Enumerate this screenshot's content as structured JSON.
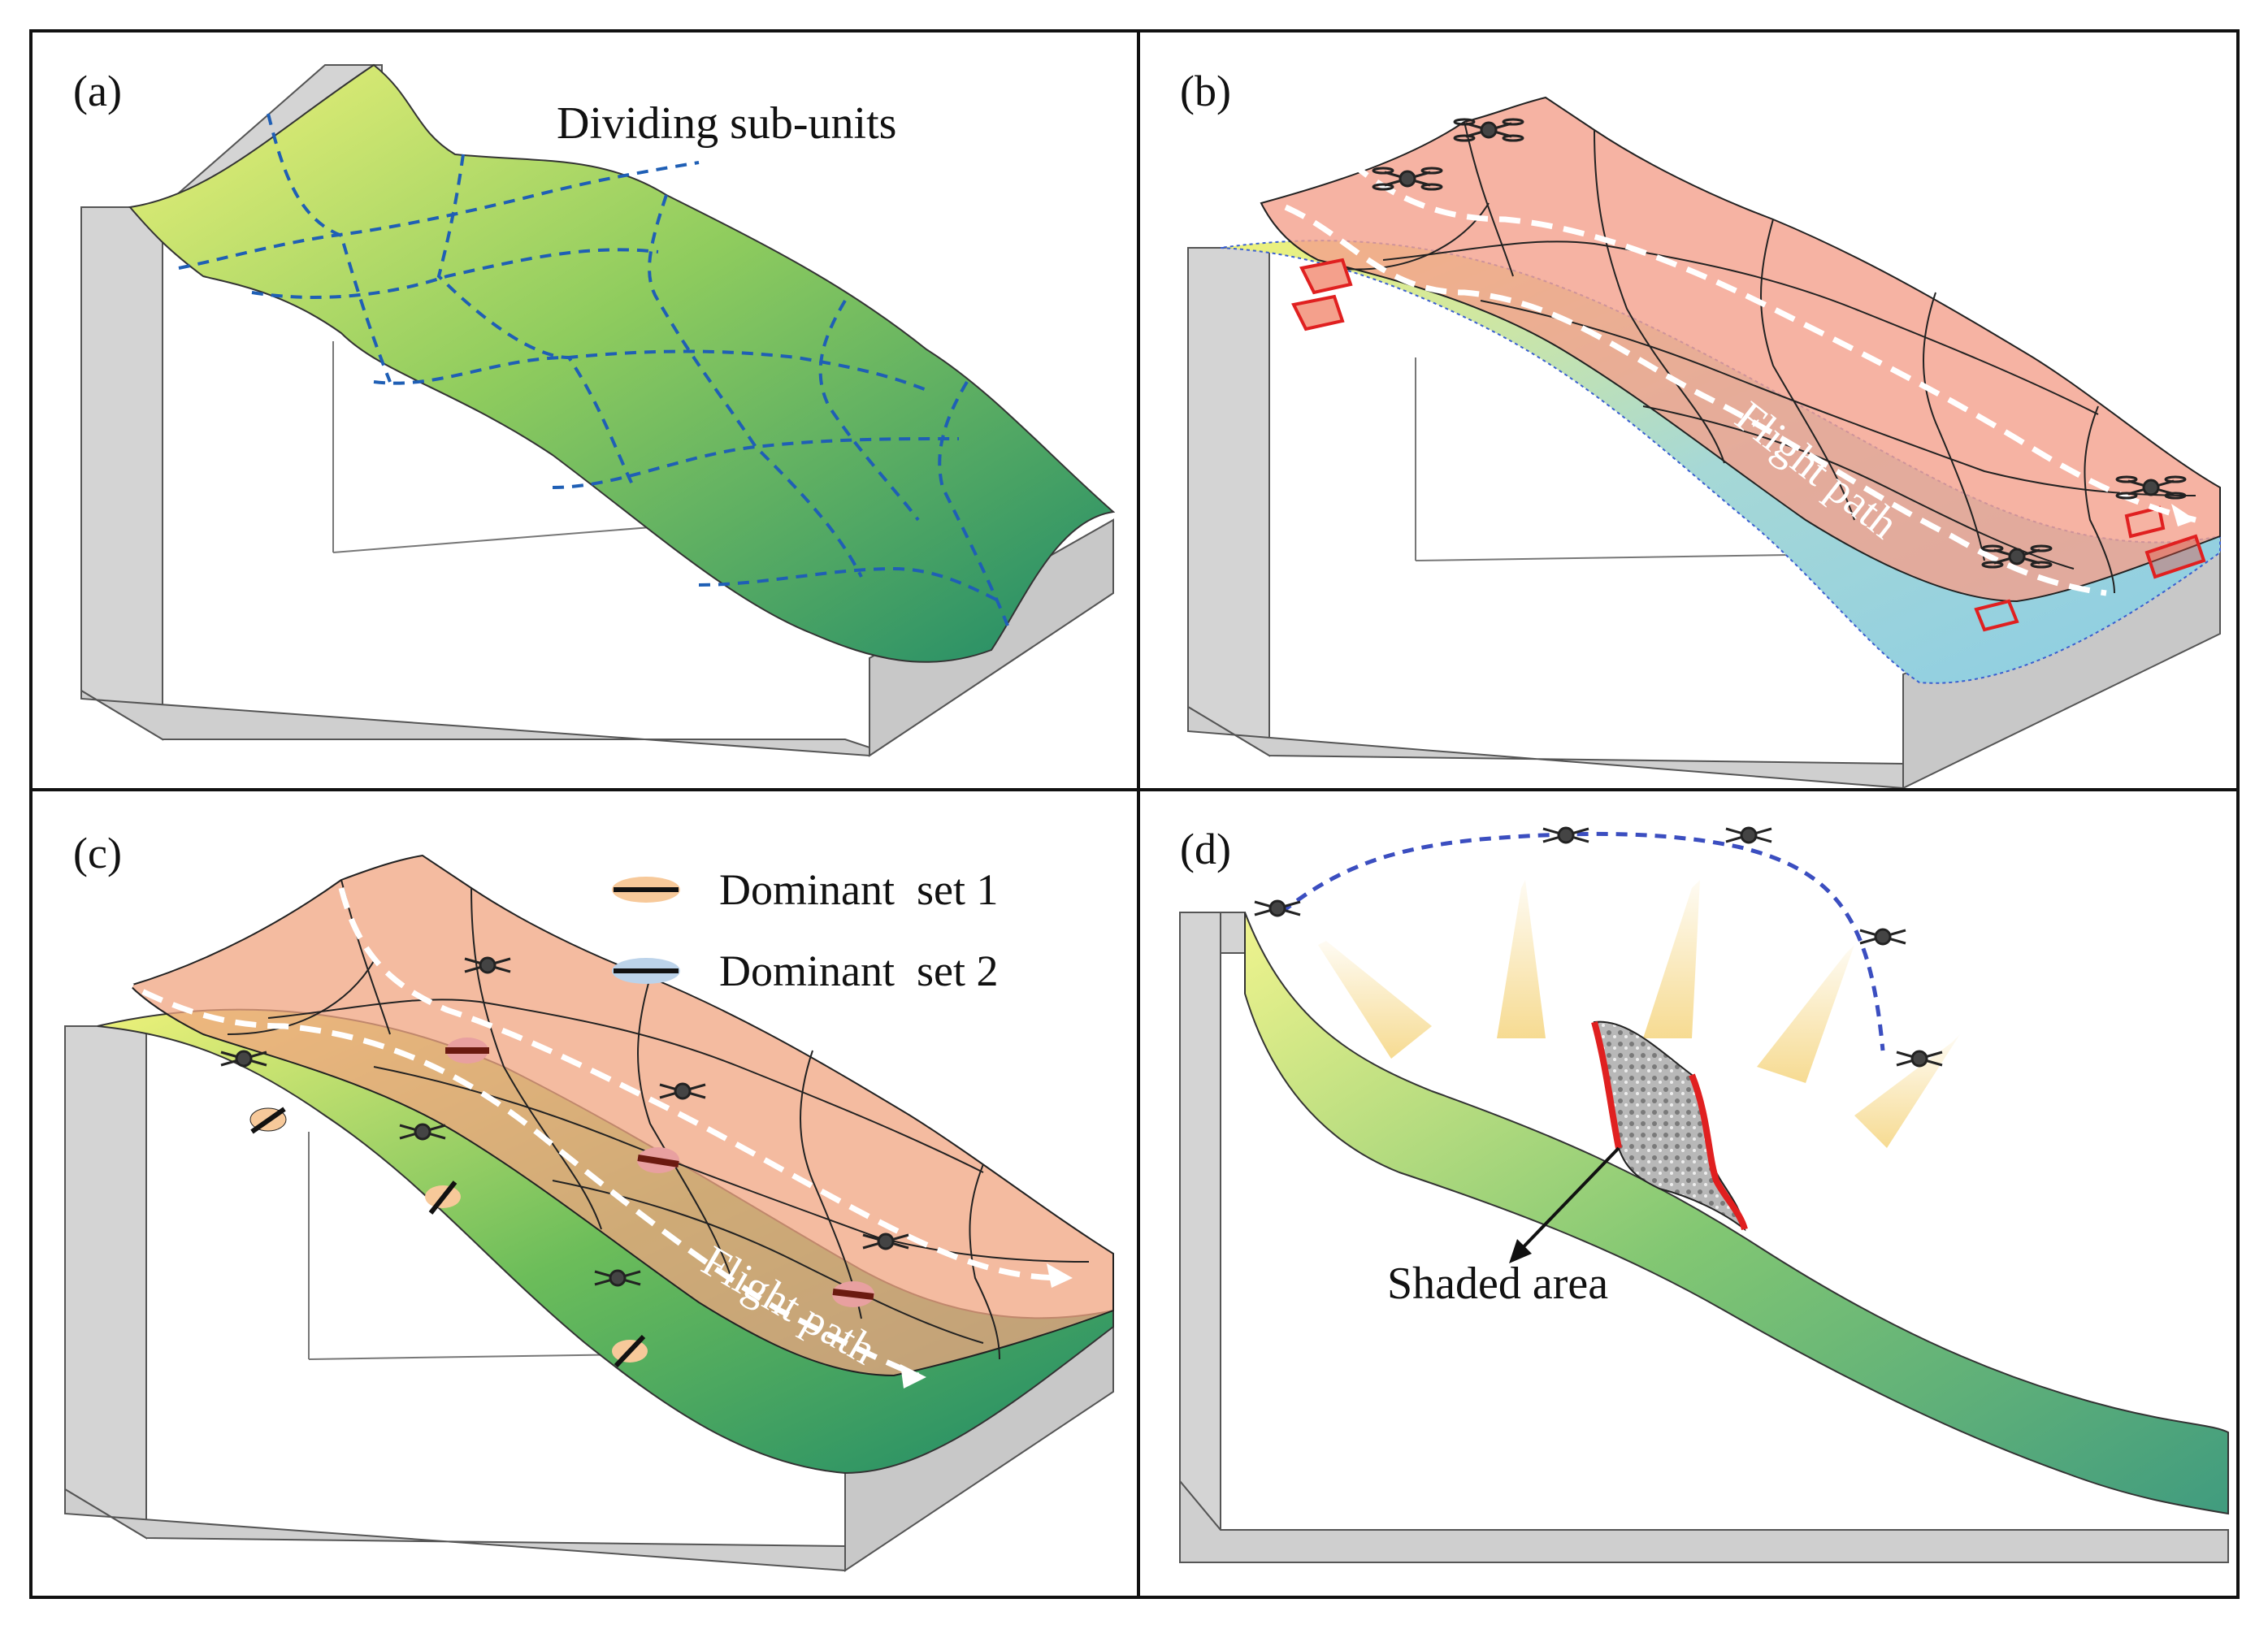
{
  "panels": {
    "a": {
      "label": "(a)",
      "caption": "Dividing sub-units"
    },
    "b": {
      "label": "(b)",
      "path_label": "Flight path"
    },
    "c": {
      "label": "(c)",
      "path_label": "Flight path",
      "legend": [
        {
          "text": "Dominant  set 1",
          "swatch": "#f7c99a"
        },
        {
          "text": "Dominant  set 2",
          "swatch": "#bcd3ea"
        }
      ]
    },
    "d": {
      "label": "(d)",
      "caption": "Shaded area"
    }
  },
  "colors": {
    "slope_top": "#eef27a",
    "slope_mid": "#74c25a",
    "slope_bottom": "#1f8a68",
    "box_fill": "#d4d4d4",
    "box_stroke": "#555555",
    "grid_dash": "#1f5fb5",
    "overlay_salmon": "#f4a08c",
    "overlay_orange": "#e8a870",
    "overlay_blue": "#a9d7e6",
    "path_white": "#ffffff",
    "arc_dash": "#3b4ec0",
    "red_patch": "#e02020",
    "beam": "#f6d98c"
  }
}
